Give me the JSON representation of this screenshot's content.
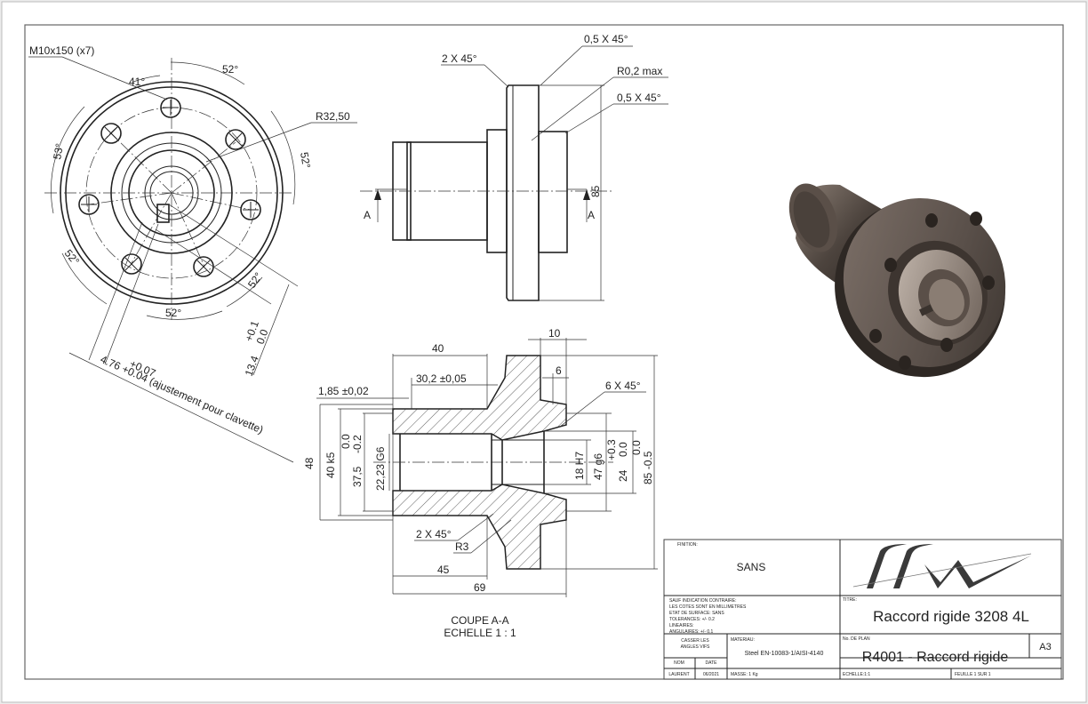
{
  "front_view": {
    "hole_callout": "M10x150 (x7)",
    "angle_41": "41°",
    "angle_52_top": "52°",
    "angle_53": "53°",
    "angle_52_right": "52°",
    "angle_52_left": "52°",
    "angle_52_bottom_right": "52°",
    "angle_52_bottom": "52°",
    "radius": "R32,50",
    "keyway_tol_upper": "+0.07",
    "keyway_width": "4.76",
    "keyway_tol_lower": "+0.04",
    "keyway_note": "(ajustement pour clavette)",
    "keyway_depth_tol_upper": "+0.1",
    "keyway_depth_tol_lower": "0.0",
    "keyway_depth": "13.4"
  },
  "side_view": {
    "chamfer_left": "2 X 45°",
    "chamfer_top": "0,5 X 45°",
    "fillet": "R0,2 max",
    "chamfer_right": "0,5 X 45°",
    "height": "85",
    "section_label_left": "A",
    "section_label_right": "A"
  },
  "section_view": {
    "len_40": "40",
    "len_30": "30,2 ±0,05",
    "len_185": "1,85 ±0,02",
    "len_10": "10",
    "len_6": "6",
    "chamfer_6": "6 X 45°",
    "dia_48": "48",
    "dia_40": "40 k5",
    "dia_375": "37,5",
    "dia_375_tol_upper": "0.0",
    "dia_375_tol_lower": "-0.2",
    "dia_2223": "22,23 G6",
    "dia_18": "18 H7",
    "dia_47": "47 g6",
    "dia_24": "24",
    "dia_24_tol_upper": "+0.3",
    "dia_24_tol_lower": "0.0",
    "dia_85": "85",
    "dia_85_tol_upper": "0.0",
    "dia_85_tol_lower": "-0.5",
    "chamfer_2x45": "2 X 45°",
    "radius_r3": "R3",
    "len_45": "45",
    "len_69": "69",
    "caption_line1": "COUPE A-A",
    "caption_line2": "ECHELLE 1 : 1"
  },
  "title_block": {
    "finition_label": "FINITION:",
    "finition_value": "SANS",
    "notes": [
      "SAUF INDICATION CONTRAIRE:",
      "LES COTES SONT EN MILLIMETRES",
      "ETAT DE SURFACE:    SANS",
      "TOLERANCES:    +/- 0.2",
      "LINEAIRES:",
      "ANGULAIRES:    +/- 0.1"
    ],
    "edges_label_1": "CASSER LES",
    "edges_label_2": "ANGLES VIFS",
    "materiau_label": "MATERIAU:",
    "materiau_value": "Steel EN-10083-1/AISI-4140",
    "nom_label": "NOM",
    "date_label": "DATE",
    "nom_value": "LAURENT",
    "date_value": "06/2021",
    "masse": "MASSE: 1 Kg",
    "titre_label": "TITRE:",
    "titre_value": "Raccord rigide 3208 4L",
    "plan_label": "No. DE PLAN",
    "plan_value": "R4001 - Raccord rigide",
    "format": "A3",
    "echelle": "ECHELLE:1:1",
    "feuille": "FEUILLE 1 SUR 1",
    "logo_text": "ffw"
  },
  "colors": {
    "sheet": "#ffffff",
    "border": "#555555",
    "line": "#222222",
    "render_dark": "#3c3530",
    "render_mid": "#6e625a",
    "render_light": "#a99c92"
  }
}
